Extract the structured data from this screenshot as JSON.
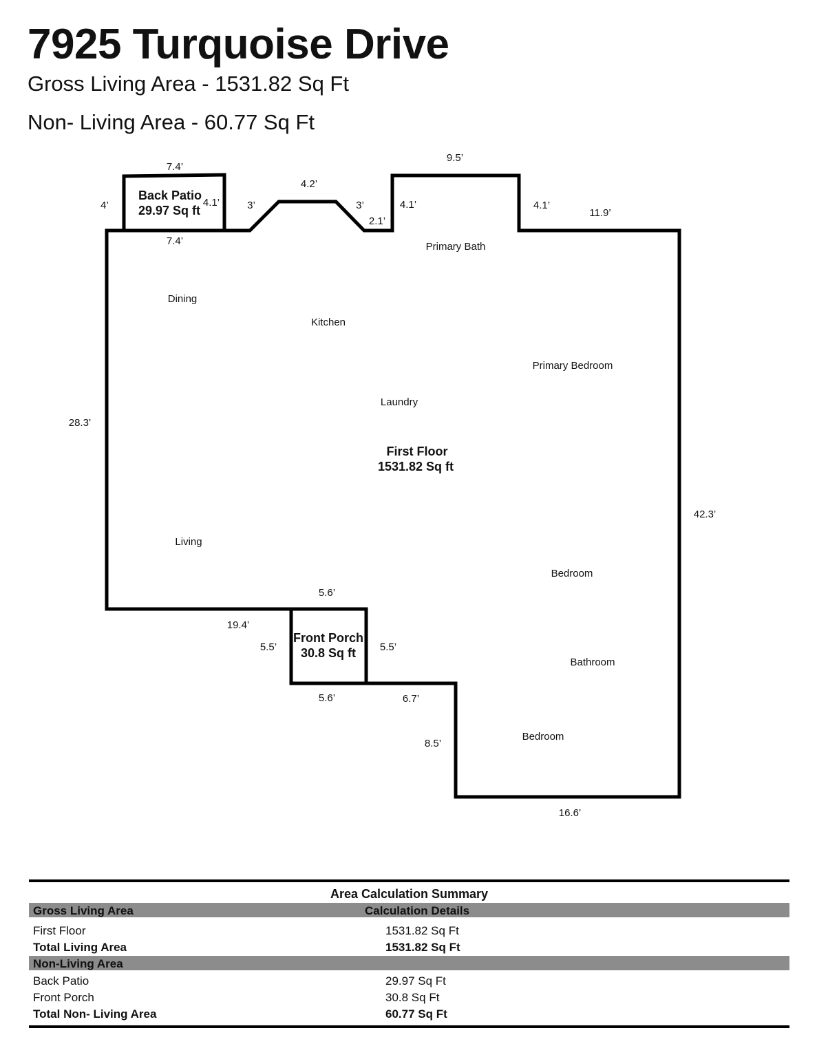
{
  "header": {
    "address": "7925 Turquoise Drive",
    "gross_living": "Gross Living Area - 1531.82 Sq Ft",
    "non_living": "Non- Living Area - 60.77 Sq Ft"
  },
  "plan": {
    "back_patio": {
      "name": "Back Patio",
      "area": "29.97 Sq ft"
    },
    "front_porch": {
      "name": "Front Porch",
      "area": "30.8 Sq ft"
    },
    "first_floor": {
      "name": "First Floor",
      "area": "1531.82 Sq ft"
    },
    "rooms": {
      "dining": "Dining",
      "kitchen": "Kitchen",
      "primary_bath": "Primary Bath",
      "primary_bedroom": "Primary Bedroom",
      "laundry": "Laundry",
      "living": "Living",
      "bedroom_1": "Bedroom",
      "bathroom": "Bathroom",
      "bedroom_2": "Bedroom"
    },
    "dimensions": {
      "patio_top": "7.4’",
      "patio_left": "4’",
      "patio_right": "4.1’",
      "patio_bottom": "7.4’",
      "bay_left_slope": "3’",
      "bay_top": "4.2’",
      "bay_right_slope": "3’",
      "bay_step": "2.1’",
      "bath_top": "9.5’",
      "bath_left": "4.1’",
      "bath_right": "4.1’",
      "top_right": "11.9’",
      "left_wall": "28.3’",
      "right_wall": "42.3’",
      "bottom_left": "19.4’",
      "porch_top": "5.6’",
      "porch_left": "5.5’",
      "porch_right": "5.5’",
      "porch_bottom": "5.6’",
      "step_horizontal": "6.7’",
      "step_vertical": "8.5’",
      "bottom_right": "16.6’"
    }
  },
  "summary": {
    "title": "Area Calculation Summary",
    "gross_header": "Gross Living Area",
    "details_header": "Calculation Details",
    "gross_rows": [
      {
        "label": "First Floor",
        "value": "1531.82 Sq Ft"
      }
    ],
    "gross_total": {
      "label": "Total Living Area",
      "value": "1531.82 Sq Ft"
    },
    "non_header": "Non-Living Area",
    "non_rows": [
      {
        "label": "Back Patio",
        "value": "29.97 Sq Ft"
      },
      {
        "label": "Front Porch",
        "value": "30.8 Sq Ft"
      }
    ],
    "non_total": {
      "label": "Total Non- Living Area",
      "value": "60.77 Sq Ft"
    }
  }
}
